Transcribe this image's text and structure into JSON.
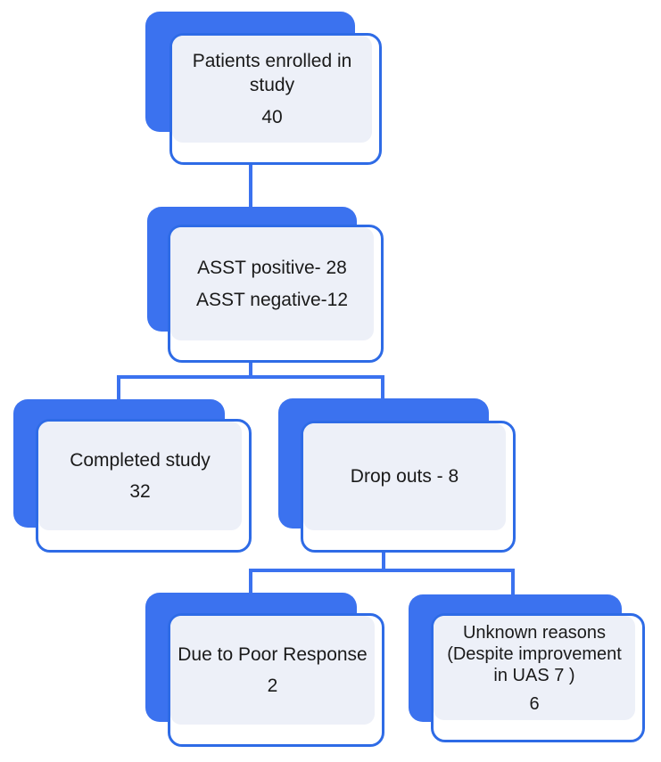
{
  "colors": {
    "node_shadow_blue": "#3b72ef",
    "node_border_blue": "#2e6be6",
    "node_panel_gray": "#edf0f8",
    "connector_blue": "#3b72ef",
    "text_color": "#1a1a1a",
    "background": "#ffffff"
  },
  "nodes": [
    {
      "id": "enrolled",
      "lines": [
        "Patients enrolled in study"
      ],
      "value": "40"
    },
    {
      "id": "asst",
      "lines": [
        "ASST positive- 28",
        "ASST negative-12"
      ]
    },
    {
      "id": "completed",
      "lines": [
        "Completed study"
      ],
      "value": "32"
    },
    {
      "id": "dropouts",
      "lines": [
        "Drop outs - 8"
      ]
    },
    {
      "id": "poor-response",
      "lines": [
        "Due to Poor Response"
      ],
      "value": "2"
    },
    {
      "id": "unknown",
      "lines": [
        "Unknown reasons (Despite improvement in UAS 7 )"
      ],
      "value": "6"
    }
  ],
  "edges": [
    {
      "from": "enrolled",
      "to": "asst"
    },
    {
      "from": "asst",
      "to": "completed"
    },
    {
      "from": "asst",
      "to": "dropouts"
    },
    {
      "from": "dropouts",
      "to": "poor-response"
    },
    {
      "from": "dropouts",
      "to": "unknown"
    }
  ]
}
